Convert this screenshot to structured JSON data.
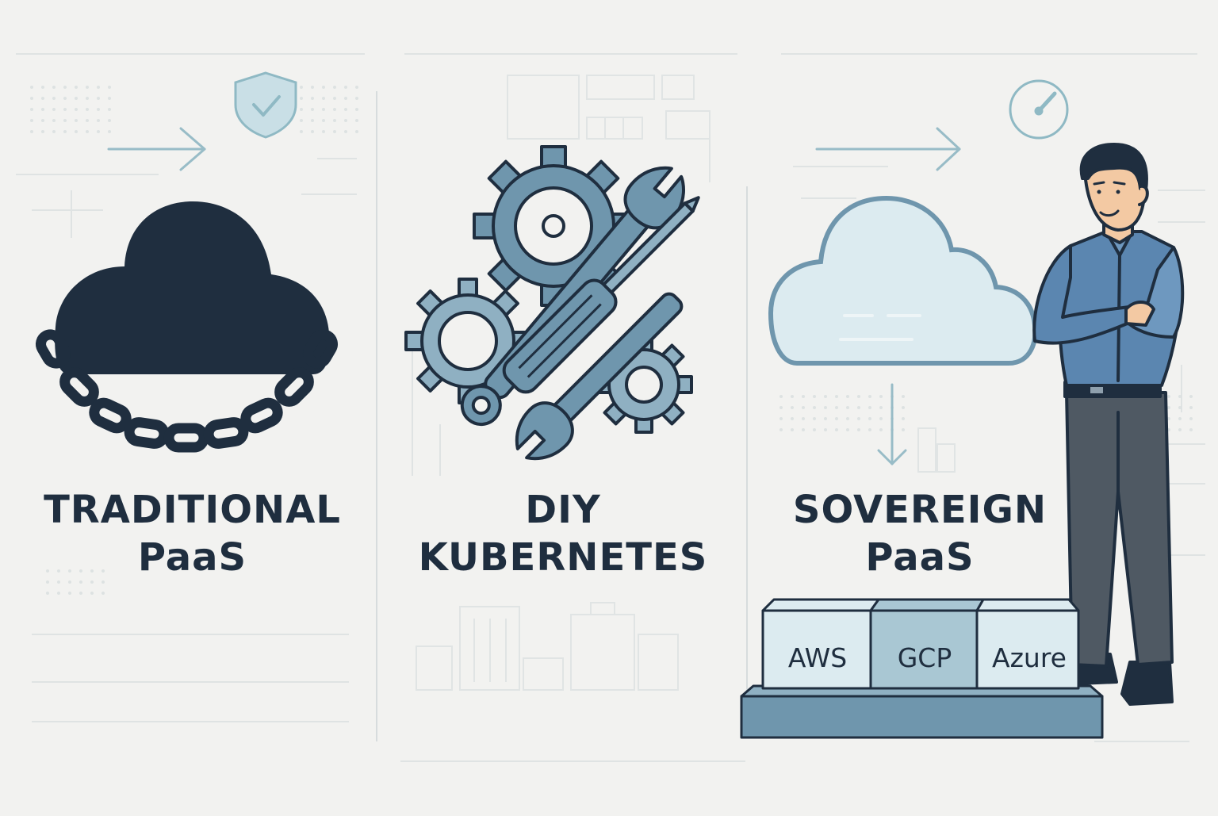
{
  "columns": [
    {
      "title_line1": "TRADITIONAL",
      "title_line2": "PaaS",
      "icon": "chained-cloud-icon"
    },
    {
      "title_line1": "DIY",
      "title_line2": "KUBERNETES",
      "icon": "gears-and-tools-icon"
    },
    {
      "title_line1": "SOVEREIGN",
      "title_line2": "PaaS",
      "icon": "cloud-icon"
    }
  ],
  "providers": [
    "AWS",
    "GCP",
    "Azure"
  ],
  "colors": {
    "background": "#f2f2f0",
    "dark_navy": "#1f2e3f",
    "steel_blue": "#6f96ad",
    "light_blue": "#dcebf0",
    "shirt_blue": "#5b86b0",
    "trousers_gray": "#4f5963"
  }
}
